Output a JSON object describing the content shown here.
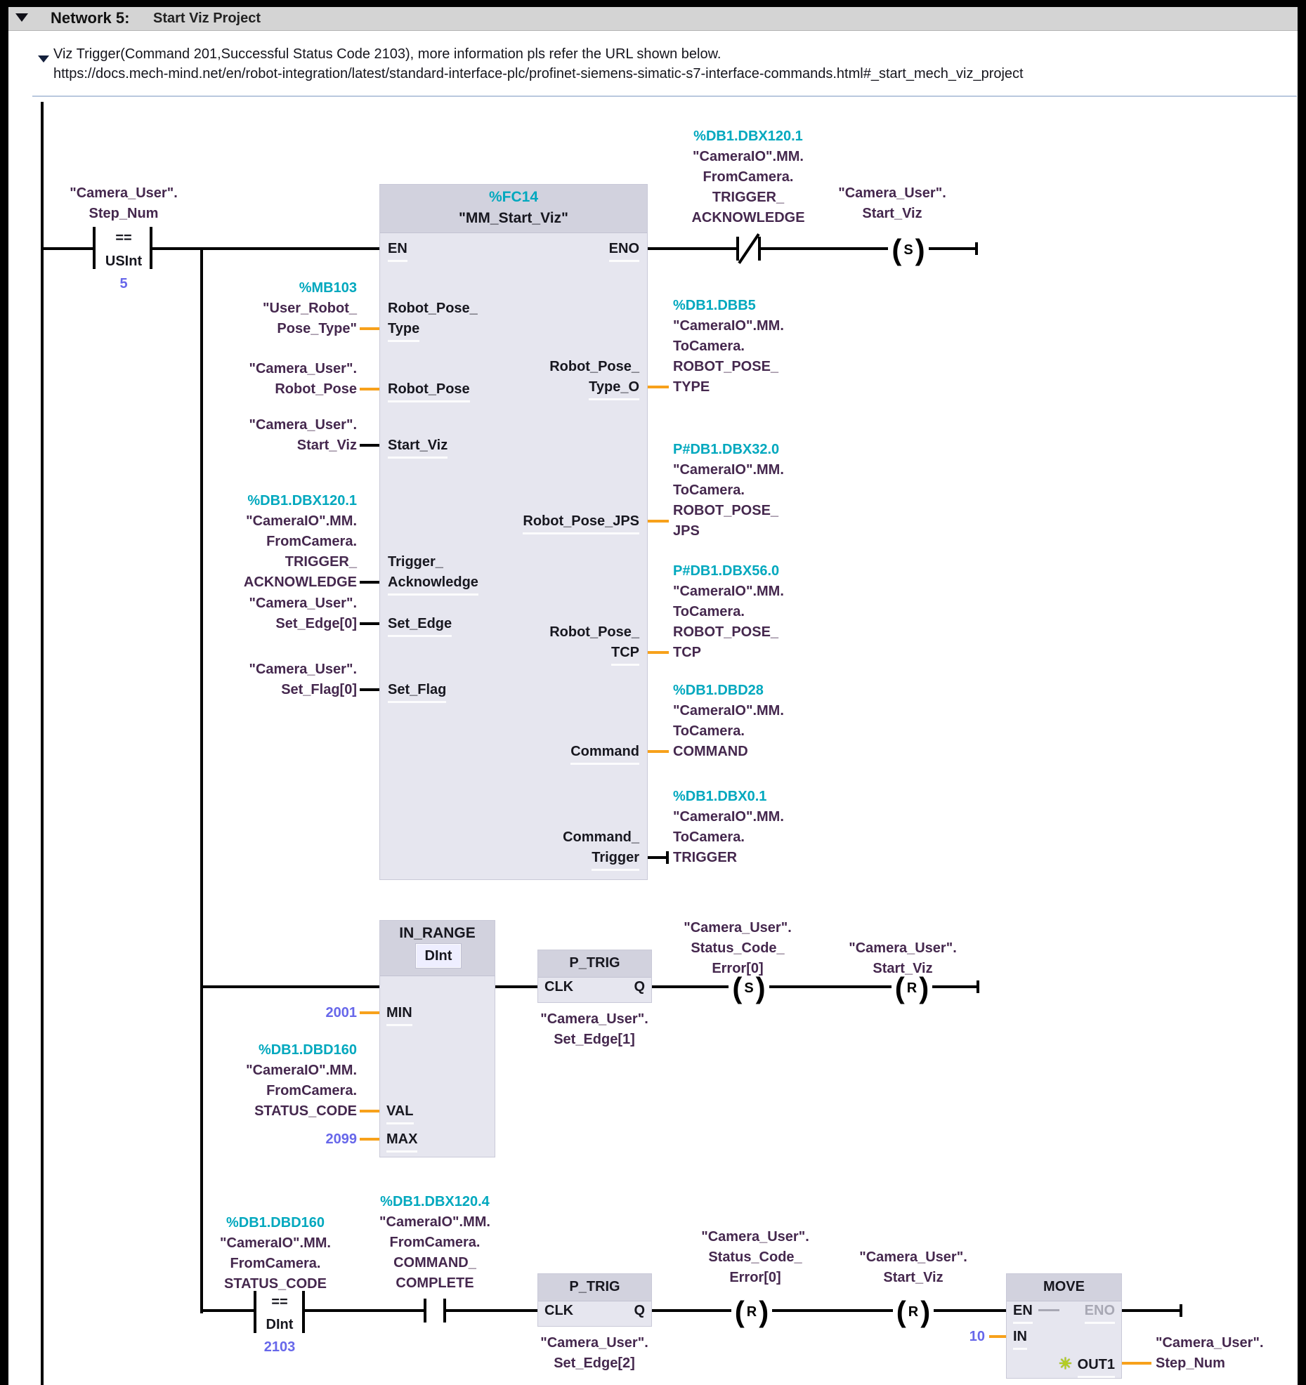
{
  "colors": {
    "address": "#00a8be",
    "operand": "#45284e",
    "keyword": "#17171f",
    "literal": "#6767ea",
    "wire": "#000000",
    "wire_orange": "#f7a11b",
    "block_body": "#e6e6ef",
    "block_header": "#d2d2de",
    "disabled": "#a8a8b4",
    "asterisk": "#b5cf1e",
    "titlebar_bg": "#d4d4d4",
    "separator": "#b9c8de"
  },
  "network": {
    "collapse_icon": "",
    "title_label": "Network 5:",
    "title_text": "Start Viz Project",
    "comment": {
      "line1": "Viz Trigger(Command 201,Successful Status Code 2103), more information pls refer the URL shown below.",
      "line2": "https://docs.mech-mind.net/en/robot-integration/latest/standard-interface-plc/profinet-siemens-simatic-s7-interface-commands.html#_start_mech_viz_project"
    }
  },
  "rung1": {
    "contact": {
      "operand": [
        "\"Camera_User\".",
        "Step_Num"
      ],
      "op": "==",
      "type": "USInt",
      "value": "5"
    },
    "fc14": {
      "address": "%FC14",
      "title": "\"MM_Start_Viz\"",
      "en": "EN",
      "eno": "ENO",
      "inputs": [
        {
          "param_lines": [
            "Robot_Pose_",
            "Type"
          ],
          "operand_lines": [
            "%MB103",
            "\"User_Robot_",
            "Pose_Type\""
          ]
        },
        {
          "param_lines": [
            "Robot_Pose"
          ],
          "operand_lines": [
            "\"Camera_User\".",
            "Robot_Pose"
          ]
        },
        {
          "param_lines": [
            "Start_Viz"
          ],
          "operand_lines": [
            "\"Camera_User\".",
            "Start_Viz"
          ]
        },
        {
          "param_lines": [
            "Trigger_",
            "Acknowledge"
          ],
          "operand_lines": [
            "%DB1.DBX120.1",
            "\"CameraIO\".MM.",
            "FromCamera.",
            "TRIGGER_",
            "ACKNOWLEDGE"
          ]
        },
        {
          "param_lines": [
            "Set_Edge"
          ],
          "operand_lines": [
            "\"Camera_User\".",
            "Set_Edge[0]"
          ]
        },
        {
          "param_lines": [
            "Set_Flag"
          ],
          "operand_lines": [
            "\"Camera_User\".",
            "Set_Flag[0]"
          ]
        }
      ],
      "outputs": [
        {
          "param_lines": [
            "Robot_Pose_",
            "Type_O"
          ],
          "operand_lines": [
            "%DB1.DBB5",
            "\"CameraIO\".MM.",
            "ToCamera.",
            "ROBOT_POSE_",
            "TYPE"
          ]
        },
        {
          "param_lines": [
            "Robot_Pose_JPS"
          ],
          "operand_lines": [
            "P#DB1.DBX32.0",
            "\"CameraIO\".MM.",
            "ToCamera.",
            "ROBOT_POSE_",
            "JPS"
          ]
        },
        {
          "param_lines": [
            "Robot_Pose_",
            "TCP"
          ],
          "operand_lines": [
            "P#DB1.DBX56.0",
            "\"CameraIO\".MM.",
            "ToCamera.",
            "ROBOT_POSE_",
            "TCP"
          ]
        },
        {
          "param_lines": [
            "Command"
          ],
          "operand_lines": [
            "%DB1.DBD28",
            "\"CameraIO\".MM.",
            "ToCamera.",
            "COMMAND"
          ]
        },
        {
          "param_lines": [
            "Command_",
            "Trigger"
          ],
          "operand_lines": [
            "%DB1.DBX0.1",
            "\"CameraIO\".MM.",
            "ToCamera.",
            "TRIGGER"
          ]
        }
      ]
    },
    "nc_contact_operand": [
      "%DB1.DBX120.1",
      "\"CameraIO\".MM.",
      "FromCamera.",
      "TRIGGER_",
      "ACKNOWLEDGE"
    ],
    "set_coil": {
      "letter": "S",
      "operand": [
        "\"Camera_User\".",
        "Start_Viz"
      ]
    }
  },
  "rung2": {
    "in_range": {
      "title": "IN_RANGE",
      "dtype": "DInt",
      "min_label": "MIN",
      "val_label": "VAL",
      "max_label": "MAX",
      "min_value": "2001",
      "max_value": "2099",
      "val_operand": [
        "%DB1.DBD160",
        "\"CameraIO\".MM.",
        "FromCamera.",
        "STATUS_CODE"
      ]
    },
    "p_trig": {
      "title": "P_TRIG",
      "clk": "CLK",
      "q": "Q",
      "operand": [
        "\"Camera_User\".",
        "Set_Edge[1]"
      ]
    },
    "set_coil": {
      "letter": "S",
      "operand": [
        "\"Camera_User\".",
        "Status_Code_",
        "Error[0]"
      ]
    },
    "reset_coil": {
      "letter": "R",
      "operand": [
        "\"Camera_User\".",
        "Start_Viz"
      ]
    }
  },
  "rung3": {
    "compare": {
      "operand": [
        "%DB1.DBD160",
        "\"CameraIO\".MM.",
        "FromCamera.",
        "STATUS_CODE"
      ],
      "op": "==",
      "type": "DInt",
      "value": "2103"
    },
    "no_contact": {
      "operand": [
        "%DB1.DBX120.4",
        "\"CameraIO\".MM.",
        "FromCamera.",
        "COMMAND_",
        "COMPLETE"
      ]
    },
    "p_trig": {
      "title": "P_TRIG",
      "clk": "CLK",
      "q": "Q",
      "operand": [
        "\"Camera_User\".",
        "Set_Edge[2]"
      ]
    },
    "reset_coil1": {
      "letter": "R",
      "operand": [
        "\"Camera_User\".",
        "Status_Code_",
        "Error[0]"
      ]
    },
    "reset_coil2": {
      "letter": "R",
      "operand": [
        "\"Camera_User\".",
        "Start_Viz"
      ]
    },
    "move": {
      "title": "MOVE",
      "en": "EN",
      "eno": "ENO",
      "in_label": "IN",
      "out_label": "OUT1",
      "in_value": "10",
      "out_icon": "✳",
      "out_operand": [
        "\"Camera_User\".",
        "Step_Num"
      ]
    }
  }
}
